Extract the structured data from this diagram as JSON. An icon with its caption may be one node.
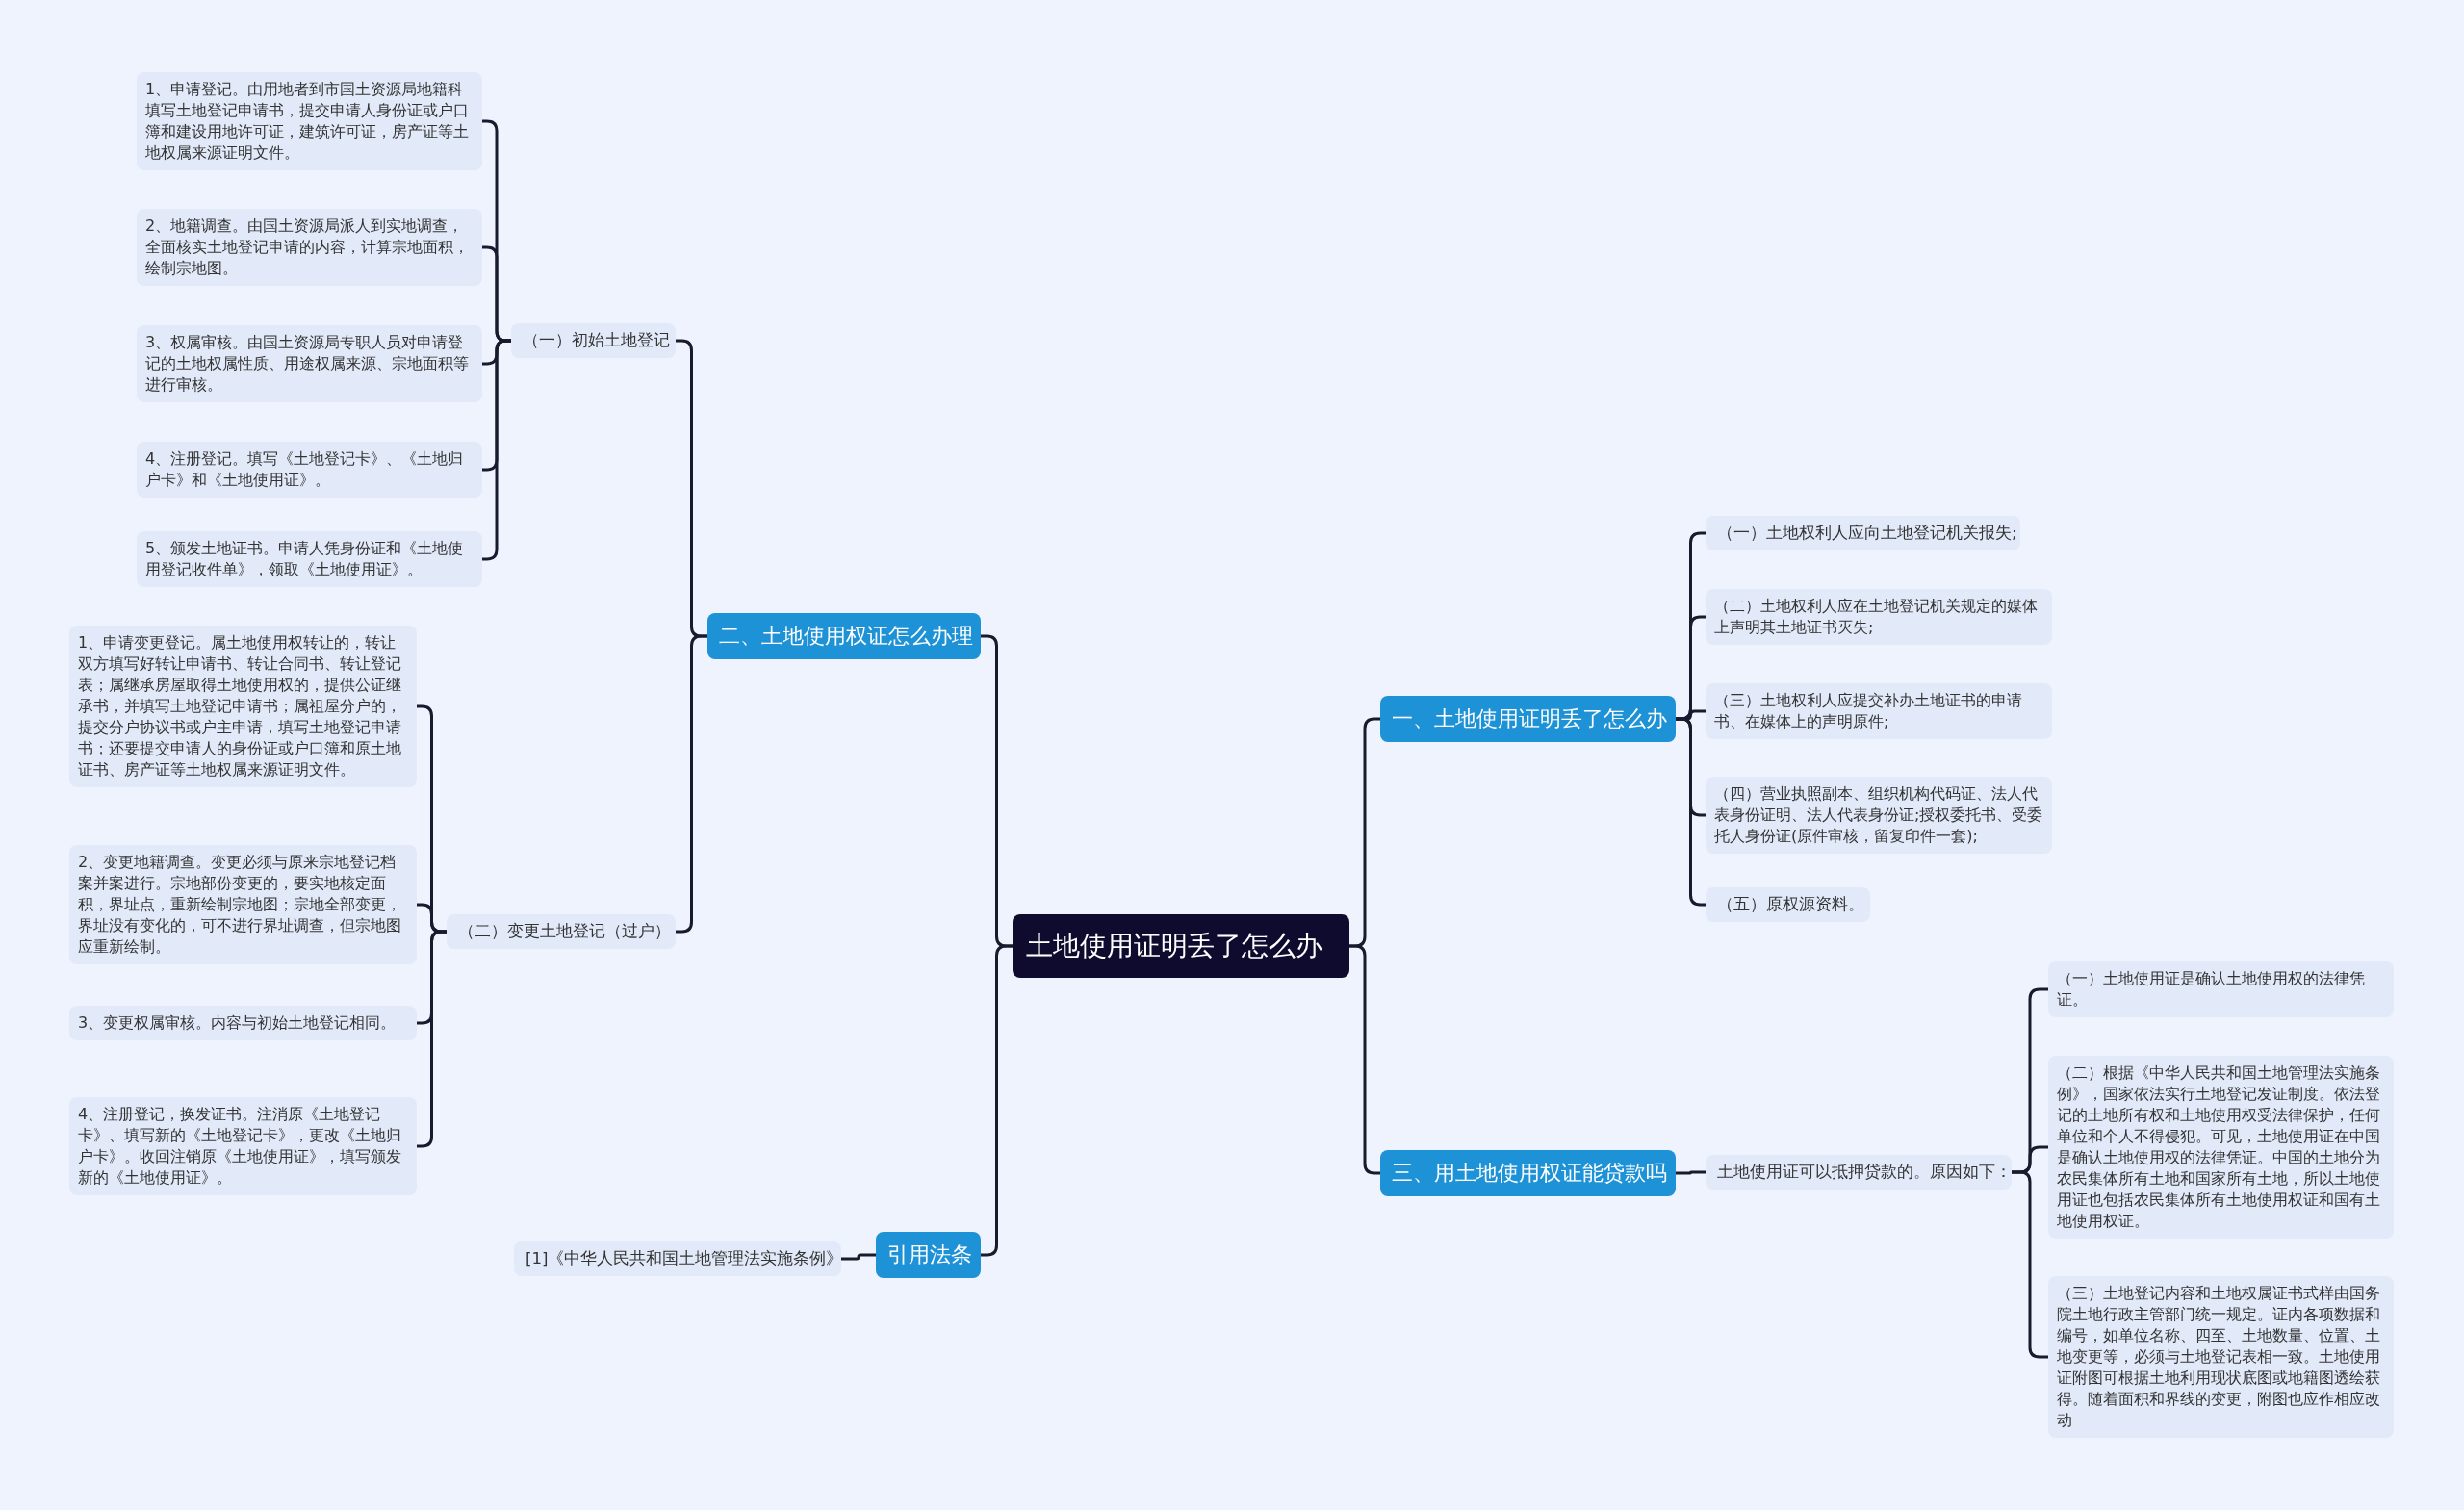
{
  "diagram": {
    "nodes": [
      {
        "text": [
          "土地使用证明丢了怎么办"
        ]
      },
      {
        "text": [
          "一、土地使用证明丢了怎么办"
        ]
      },
      {
        "text": [
          "（一）土地权利人应向土地登记机关报失;"
        ]
      },
      {
        "text": [
          "（二）土地权利人应在土地登记机关规定的媒体上声明其土地证书灭失;"
        ]
      },
      {
        "text": [
          "（三）土地权利人应提交补办土地证书的申请书、在媒体上的声明原件;"
        ]
      },
      {
        "text": [
          "（四）营业执照副本、组织机构代码证、法人代表身份证明、法人代表身份证;授权委托书、受委托人身份证(原件审核，留复印件一套);"
        ]
      },
      {
        "text": [
          "（五）原权源资料。"
        ]
      },
      {
        "text": [
          "二、土地使用权证怎么办理"
        ]
      },
      {
        "text": [
          "（一）初始土地登记"
        ]
      },
      {
        "text": [
          "1、申请登记。由用地者到市国土资源局地籍科填写土地登记申请书，提交申请人身份证或户口簿和建设用地许可证，建筑许可证，房产证等土地权属来源证明文件。"
        ]
      },
      {
        "text": [
          "2、地籍调查。由国土资源局派人到实地调查，全面核实土地登记申请的内容，计算宗地面积，绘制宗地图。"
        ]
      },
      {
        "text": [
          "3、权属审核。由国土资源局专职人员对申请登记的土地权属性质、用途权属来源、宗地面积等进行审核。"
        ]
      },
      {
        "text": [
          "4、注册登记。填写《土地登记卡》、《土地归户卡》和《土地使用证》。"
        ]
      },
      {
        "text": [
          "5、颁发土地证书。申请人凭身份证和《土地使用登记收件单》，领取《土地使用证》。"
        ]
      },
      {
        "text": [
          "（二）变更土地登记（过户）"
        ]
      },
      {
        "text": [
          "1、申请变更登记。属土地使用权转让的，转让双方填写好转让申请书、转让合同书、转让登记表；属继承房屋取得土地使用权的，提供公证继承书，并填写土地登记申请书；属祖屋分户的，提交分户协议书或户主申请，填写土地登记申请书；还要提交申请人的身份证或户口簿和原土地证书、房产证等土地权属来源证明文件。"
        ]
      },
      {
        "text": [
          "2、变更地籍调查。变更必须与原来宗地登记档案并案进行。宗地部份变更的，要实地核定面积，界址点，重新绘制宗地图；宗地全部变更，界址没有变化的，可不进行界址调查，但宗地图应重新绘制。"
        ]
      },
      {
        "text": [
          "3、变更权属审核。内容与初始土地登记相同。"
        ]
      },
      {
        "text": [
          "4、注册登记，换发证书。注消原《土地登记卡》、填写新的《土地登记卡》，更改《土地归户卡》。收回注销原《土地使用证》，填写颁发新的《土地使用证》。"
        ]
      },
      {
        "text": [
          "三、用土地使用权证能贷款吗"
        ]
      },
      {
        "text": [
          "土地使用证可以抵押贷款的。原因如下："
        ]
      },
      {
        "text": [
          "（一）土地使用证是确认土地使用权的法律凭证。"
        ]
      },
      {
        "text": [
          "（二）根据《中华人民共和国土地管理法实施条例》，国家依法实行土地登记发证制度。依法登记的土地所有权和土地使用权受法律保护，任何单位和个人不得侵犯。可见，土地使用证在中国是确认土地使用权的法律凭证。中国的土地分为农民集体所有土地和国家所有土地，所以土地使用证也包括农民集体所有土地使用权证和国有土地使用权证。"
        ]
      },
      {
        "text": [
          "（三）土地登记内容和土地权属证书式样由国务院土地行政主管部门统一规定。证内各项数据和编号，如单位名称、四至、土地数量、位置、土地变更等，必须与土地登记表相一致。土地使用证附图可根据土地利用现状底图或地籍图透绘获得。随着面积和界线的变更，附图也应作相应改动"
        ]
      },
      {
        "text": [
          "引用法条"
        ]
      },
      {
        "text": [
          "[1]《中华人民共和国土地管理法实施条例》"
        ]
      }
    ],
    "edges": [
      {
        "from": 0,
        "to": 1,
        "arrow": "none"
      },
      {
        "from": 1,
        "to": 2,
        "arrow": "none"
      },
      {
        "from": 1,
        "to": 3,
        "arrow": "none"
      },
      {
        "from": 1,
        "to": 4,
        "arrow": "none"
      },
      {
        "from": 1,
        "to": 5,
        "arrow": "none"
      },
      {
        "from": 1,
        "to": 6,
        "arrow": "none"
      },
      {
        "from": 0,
        "to": 7,
        "arrow": "none"
      },
      {
        "from": 7,
        "to": 8,
        "arrow": "none"
      },
      {
        "from": 8,
        "to": 9,
        "arrow": "none"
      },
      {
        "from": 8,
        "to": 10,
        "arrow": "none"
      },
      {
        "from": 8,
        "to": 11,
        "arrow": "none"
      },
      {
        "from": 8,
        "to": 12,
        "arrow": "none"
      },
      {
        "from": 8,
        "to": 13,
        "arrow": "none"
      },
      {
        "from": 7,
        "to": 14,
        "arrow": "none"
      },
      {
        "from": 14,
        "to": 15,
        "arrow": "none"
      },
      {
        "from": 14,
        "to": 16,
        "arrow": "none"
      },
      {
        "from": 14,
        "to": 17,
        "arrow": "none"
      },
      {
        "from": 14,
        "to": 18,
        "arrow": "none"
      },
      {
        "from": 0,
        "to": 19,
        "arrow": "none"
      },
      {
        "from": 19,
        "to": 20,
        "arrow": "none"
      },
      {
        "from": 20,
        "to": 21,
        "arrow": "none"
      },
      {
        "from": 20,
        "to": 22,
        "arrow": "none"
      },
      {
        "from": 20,
        "to": 23,
        "arrow": "none"
      },
      {
        "from": 0,
        "to": 24,
        "arrow": "none"
      },
      {
        "from": 24,
        "to": 25,
        "arrow": "none"
      }
    ]
  }
}
